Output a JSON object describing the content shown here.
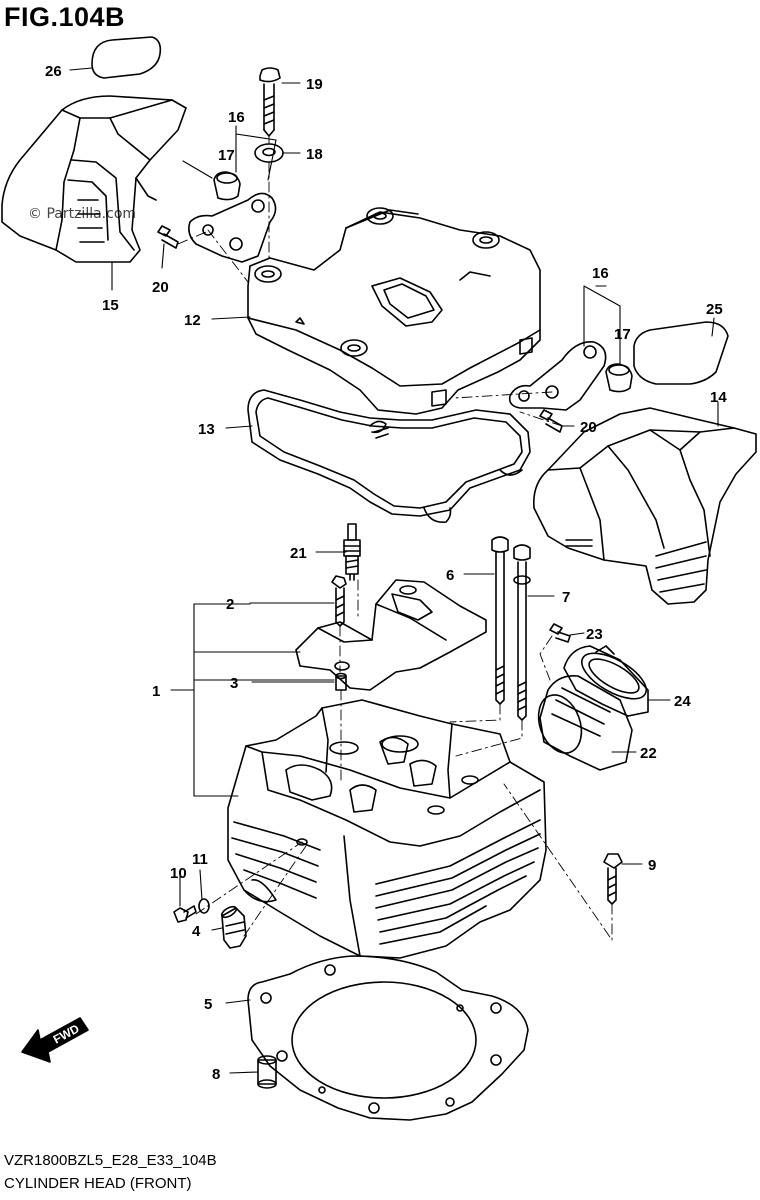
{
  "figure": {
    "title": "FIG.104B",
    "watermark": "© Partzilla.com",
    "code": "VZR1800BZL5_E28_E33_104B",
    "caption": "CYLINDER HEAD (FRONT)",
    "direction_label": "FWD"
  },
  "callouts": [
    {
      "id": "c26",
      "text": "26"
    },
    {
      "id": "c19",
      "text": "19"
    },
    {
      "id": "c16a",
      "text": "16"
    },
    {
      "id": "c17a",
      "text": "17"
    },
    {
      "id": "c18",
      "text": "18"
    },
    {
      "id": "c20a",
      "text": "20"
    },
    {
      "id": "c15",
      "text": "15"
    },
    {
      "id": "c12",
      "text": "12"
    },
    {
      "id": "c16b",
      "text": "16"
    },
    {
      "id": "c25",
      "text": "25"
    },
    {
      "id": "c17b",
      "text": "17"
    },
    {
      "id": "c14",
      "text": "14"
    },
    {
      "id": "c13",
      "text": "13"
    },
    {
      "id": "c20b",
      "text": "20"
    },
    {
      "id": "c21",
      "text": "21"
    },
    {
      "id": "c6",
      "text": "6"
    },
    {
      "id": "c2",
      "text": "2"
    },
    {
      "id": "c7",
      "text": "7"
    },
    {
      "id": "c23",
      "text": "23"
    },
    {
      "id": "c1",
      "text": "1"
    },
    {
      "id": "c3",
      "text": "3"
    },
    {
      "id": "c24",
      "text": "24"
    },
    {
      "id": "c22",
      "text": "22"
    },
    {
      "id": "c11",
      "text": "11"
    },
    {
      "id": "c10",
      "text": "10"
    },
    {
      "id": "c9",
      "text": "9"
    },
    {
      "id": "c4",
      "text": "4"
    },
    {
      "id": "c5",
      "text": "5"
    },
    {
      "id": "c8",
      "text": "8"
    }
  ]
}
